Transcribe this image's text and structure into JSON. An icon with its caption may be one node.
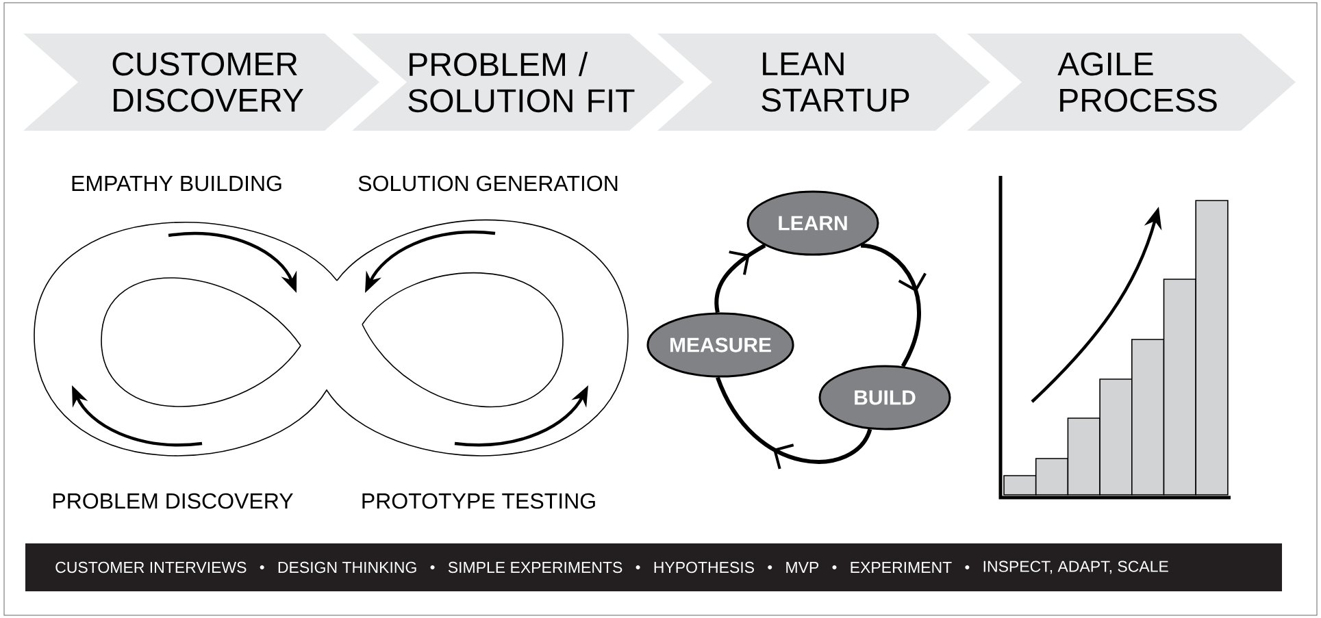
{
  "diagram": {
    "nodes": [
      {
        "text": [
          "CUSTOMER DISCOVERY"
        ]
      },
      {
        "text": [
          "PROBLEM / SOLUTION FIT"
        ]
      },
      {
        "text": [
          "LEAN STARTUP"
        ]
      },
      {
        "text": [
          "AGILE PROCESS"
        ]
      },
      {
        "text": [
          "LEARN"
        ]
      },
      {
        "text": [
          "MEASURE"
        ]
      },
      {
        "text": [
          "BUILD"
        ]
      }
    ],
    "edges": [
      {
        "from": 4,
        "to": 6,
        "arrow": "to"
      },
      {
        "from": 6,
        "to": 5,
        "arrow": "to"
      },
      {
        "from": 5,
        "to": 4,
        "arrow": "to"
      }
    ],
    "labels": [
      "EMPATHY BUILDING",
      "SOLUTION GENERATION",
      "PROBLEM DISCOVERY",
      "PROTOTYPE TESTING",
      "CUSTOMER INTERVIEWS",
      "DESIGN THINKING",
      "SIMPLE EXPERIMENTS",
      "HYPOTHESIS",
      "MVP",
      "EXPERIMENT",
      "INSPECT, ADAPT, SCALE"
    ]
  }
}
